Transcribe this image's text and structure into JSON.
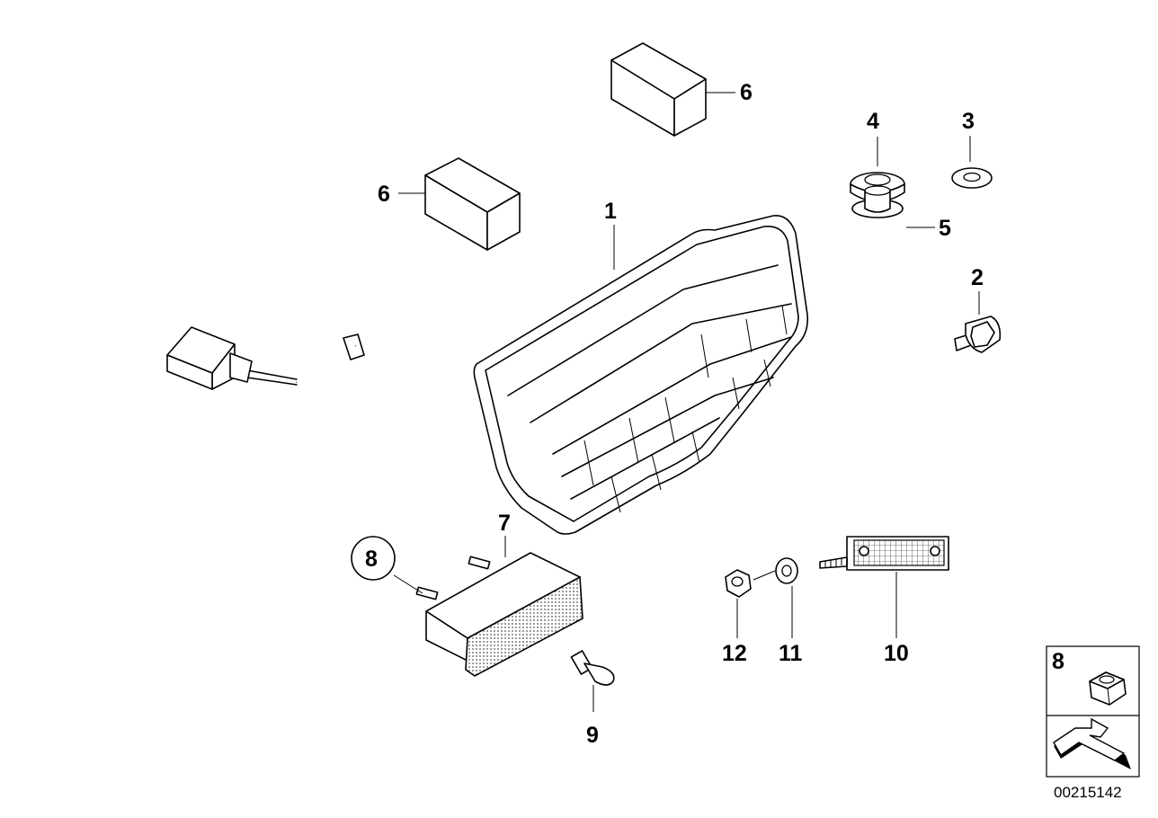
{
  "callouts": {
    "c1": "1",
    "c2": "2",
    "c3": "3",
    "c4": "4",
    "c5": "5",
    "c6a": "6",
    "c6b": "6",
    "c7": "7",
    "c8": "8",
    "c9": "9",
    "c10": "10",
    "c11": "11",
    "c12": "12"
  },
  "inset": {
    "number": "8"
  },
  "diagram_id": "00215142",
  "icons": [
    "arrow-icon",
    "nut-icon"
  ]
}
